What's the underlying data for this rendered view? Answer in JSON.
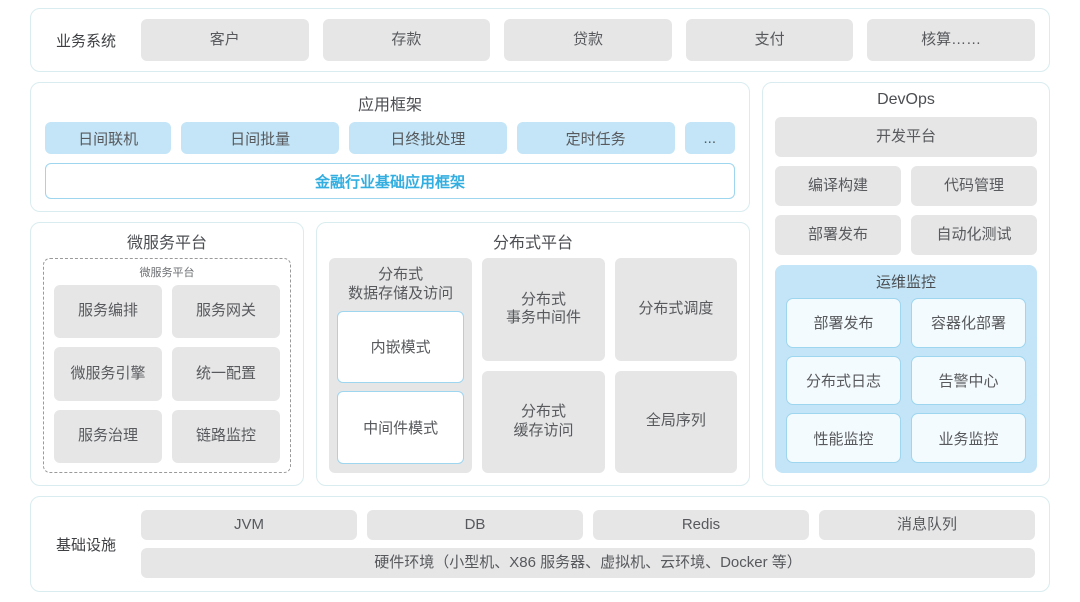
{
  "business_system": {
    "label": "业务系统",
    "items": [
      "客户",
      "存款",
      "贷款",
      "支付",
      "核算……"
    ]
  },
  "app_framework": {
    "title": "应用框架",
    "chips": [
      "日间联机",
      "日间批量",
      "日终批处理",
      "定时任务",
      "..."
    ],
    "base_bar": "金融行业基础应用框架"
  },
  "microservice_platform": {
    "title": "微服务平台",
    "subtitle": "微服务平台",
    "items": [
      "服务编排",
      "服务网关",
      "微服务引擎",
      "统一配置",
      "服务治理",
      "链路监控"
    ]
  },
  "distributed_platform": {
    "title": "分布式平台",
    "column1": {
      "title_line1": "分布式",
      "title_line2": "数据存储及访问",
      "modes": [
        "内嵌模式",
        "中间件模式"
      ]
    },
    "items": [
      {
        "line1": "分布式",
        "line2": "事务中间件"
      },
      {
        "line1": "分布式调度",
        "line2": ""
      },
      {
        "line1": "分布式",
        "line2": "缓存访问"
      },
      {
        "line1": "全局序列",
        "line2": ""
      }
    ]
  },
  "devops": {
    "title": "DevOps",
    "platform": "开发平台",
    "items": [
      "编译构建",
      "代码管理",
      "部署发布",
      "自动化测试"
    ],
    "ops_monitor": {
      "title": "运维监控",
      "items": [
        "部署发布",
        "容器化部署",
        "分布式日志",
        "告警中心",
        "性能监控",
        "业务监控"
      ]
    }
  },
  "infrastructure": {
    "label": "基础设施",
    "items": [
      "JVM",
      "DB",
      "Redis",
      "消息队列"
    ],
    "hardware": "硬件环境（小型机、X86 服务器、虚拟机、云环境、Docker 等）"
  },
  "colors": {
    "panel_border": "#d9ecef",
    "chip_gray": "#e6e6e7",
    "chip_blue": "#c3e5f7",
    "accent_blue": "#33aee0",
    "text_gray": "#57595c"
  }
}
